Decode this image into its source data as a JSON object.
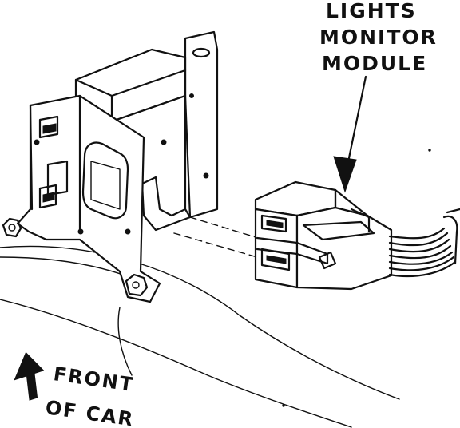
{
  "callout": {
    "line1": "LIGHTS",
    "line2": "MONITOR",
    "line3": "MODULE"
  },
  "orientation": {
    "line1": "FRONT",
    "line2": "OF CAR"
  },
  "icons": {
    "callout_arrow": "arrow-down-icon",
    "front_arrow": "arrow-up-left-icon"
  },
  "colors": {
    "ink": "#111111",
    "paper": "#ffffff"
  }
}
